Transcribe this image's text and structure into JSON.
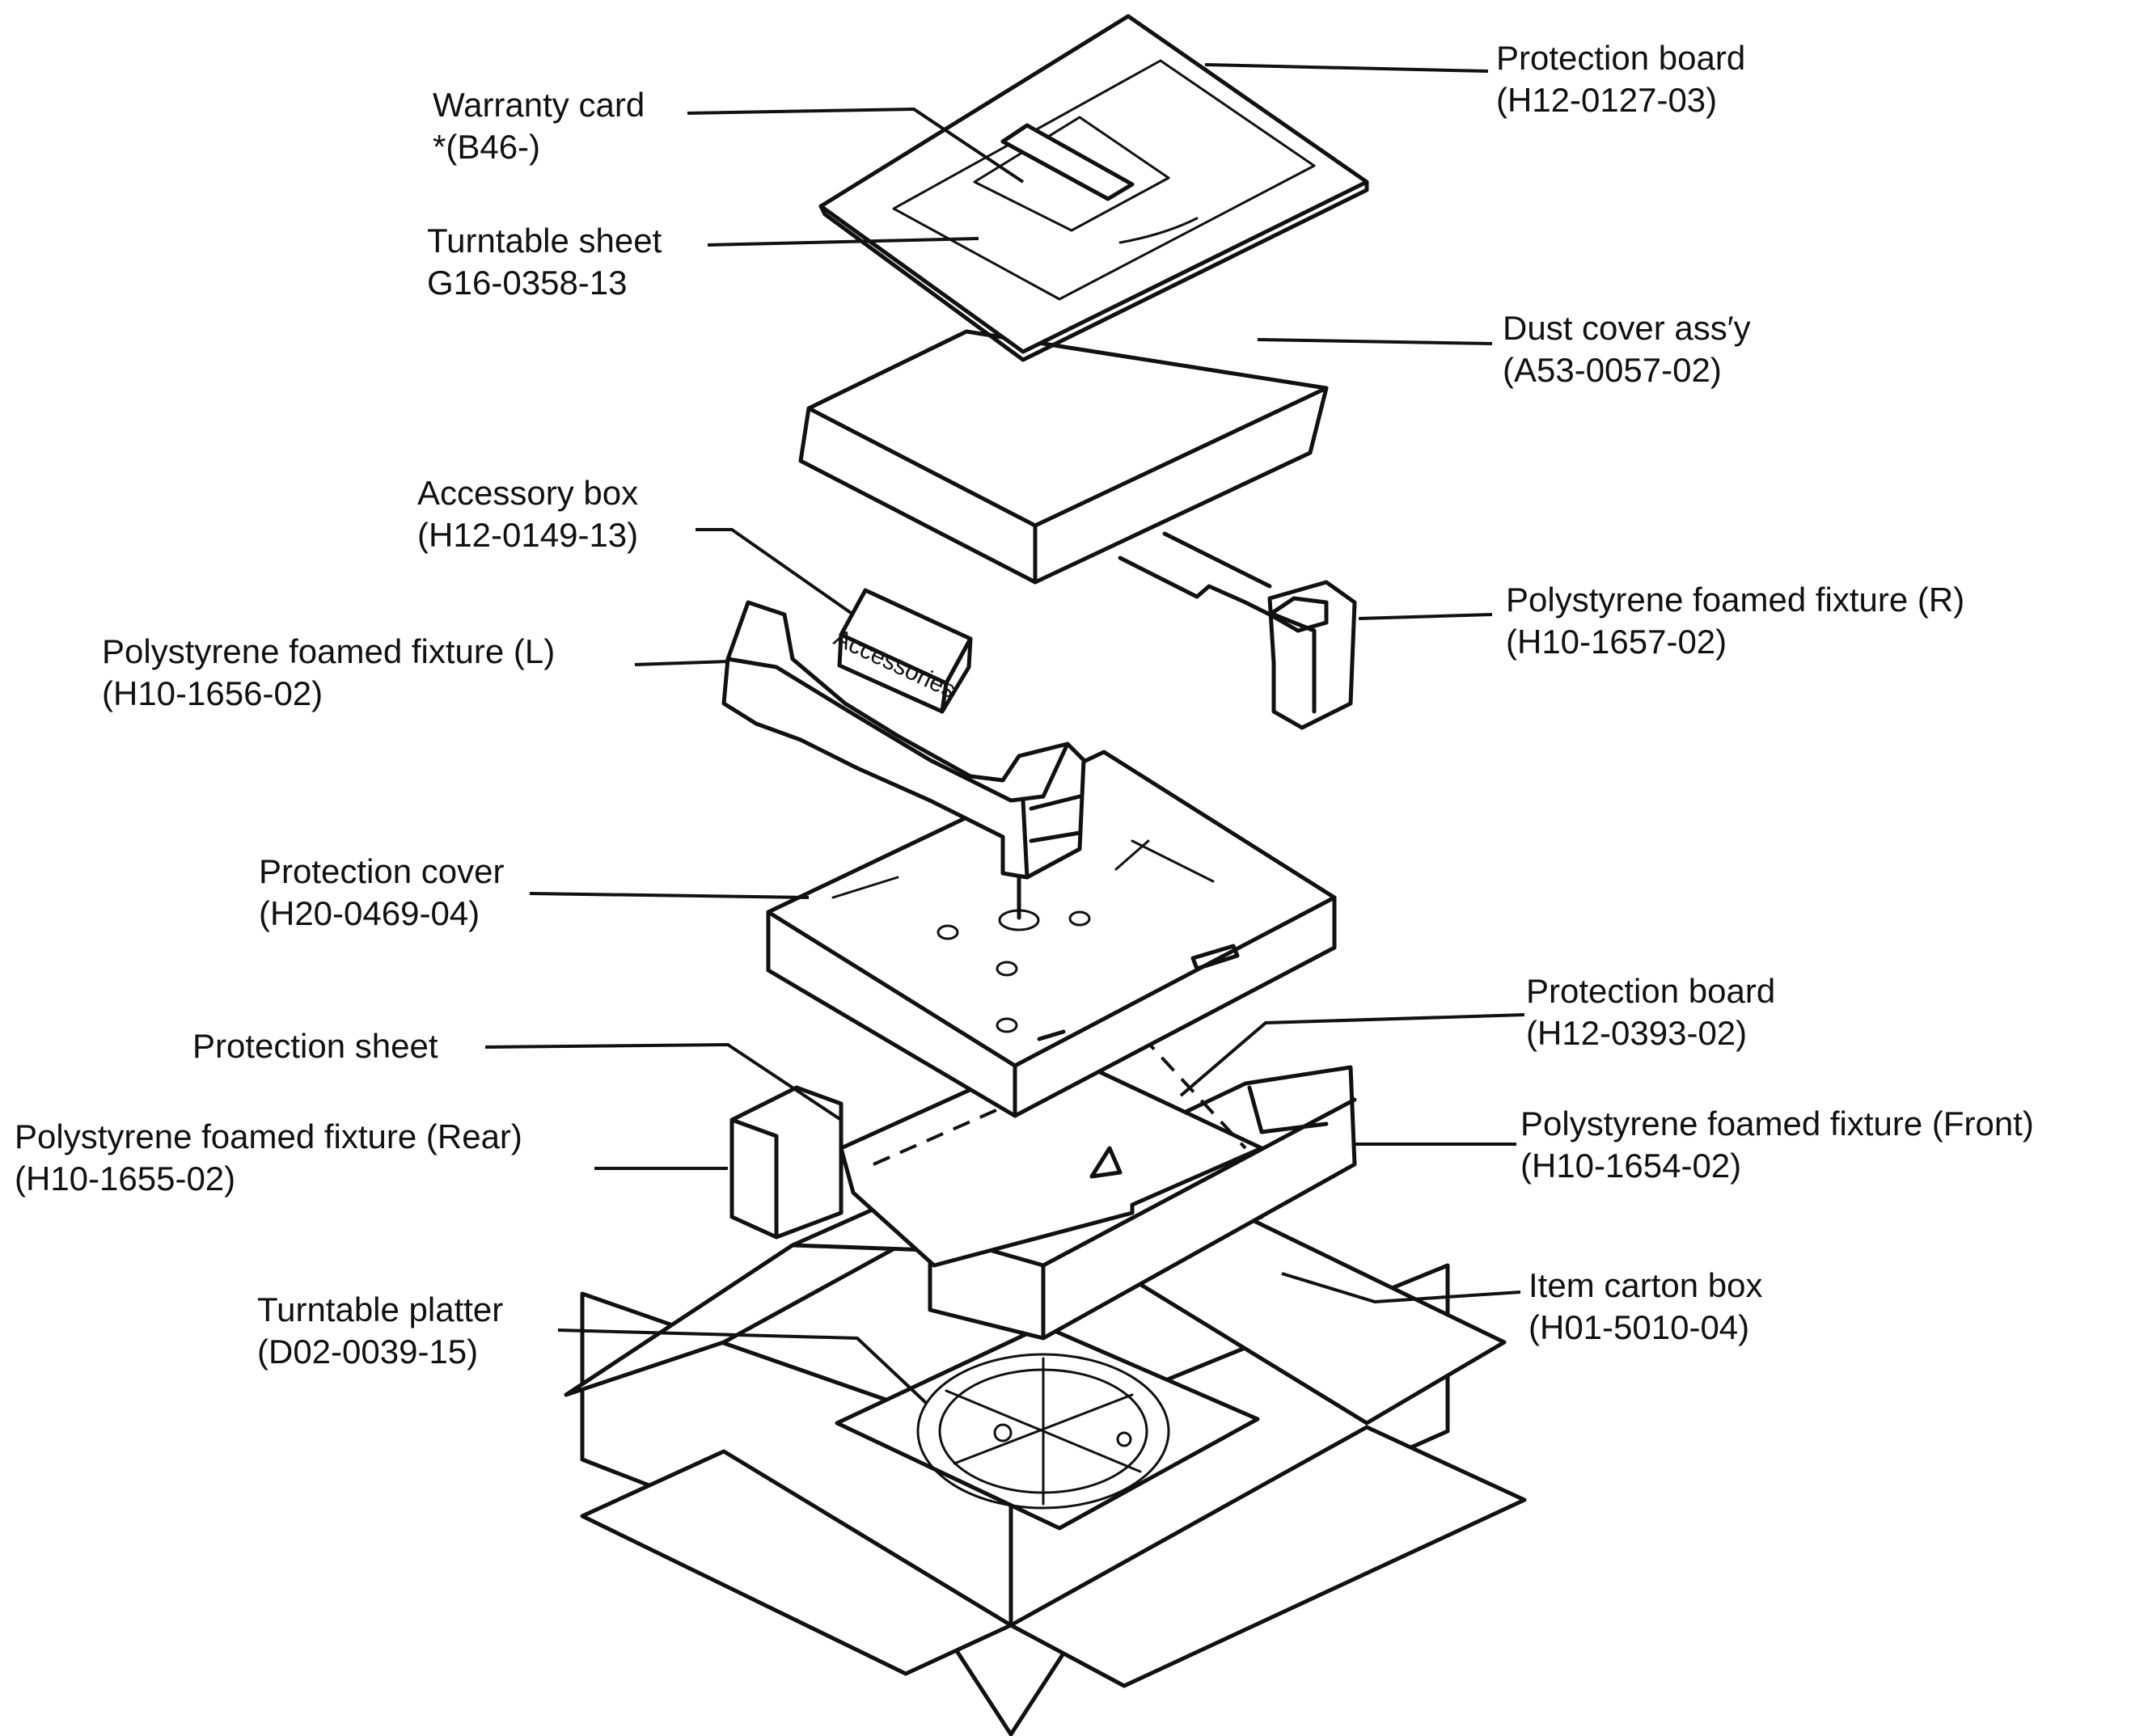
{
  "labels": {
    "protection_board_top": {
      "name": "Protection board",
      "part": "(H12-0127-03)"
    },
    "warranty_card": {
      "name": "Warranty card",
      "part": "*(B46-)"
    },
    "turntable_sheet": {
      "name": "Turntable sheet",
      "part": "G16-0358-13"
    },
    "dust_cover": {
      "name": "Dust cover ass′y",
      "part": "(A53-0057-02)"
    },
    "accessory_box": {
      "name": "Accessory box",
      "part": "(H12-0149-13)"
    },
    "fixture_r": {
      "name": "Polystyrene foamed fixture (R)",
      "part": "(H10-1657-02)"
    },
    "fixture_l": {
      "name": "Polystyrene foamed fixture (L)",
      "part": "(H10-1656-02)"
    },
    "protection_cover": {
      "name": "Protection cover",
      "part": "(H20-0469-04)"
    },
    "protection_board_mid": {
      "name": "Protection board",
      "part": "(H12-0393-02)"
    },
    "protection_sheet": {
      "name": "Protection sheet"
    },
    "fixture_rear": {
      "name": "Polystyrene foamed fixture (Rear)",
      "part": "(H10-1655-02)"
    },
    "fixture_front": {
      "name": "Polystyrene foamed fixture (Front)",
      "part": "(H10-1654-02)"
    },
    "carton_box": {
      "name": "Item carton box",
      "part": "(H01-5010-04)"
    },
    "turntable_platter": {
      "name": "Turntable platter",
      "part": "(D02-0039-15)"
    }
  },
  "box_print": "Accessories"
}
